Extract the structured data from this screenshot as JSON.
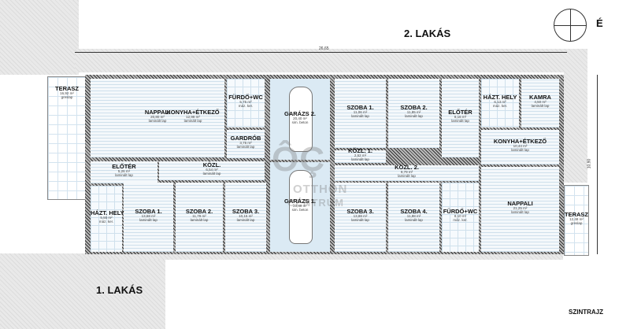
{
  "header": {
    "unit2_title": "2. LAKÁS",
    "unit1_title": "1. LAKÁS",
    "plan_title": "SZINTRAJZ",
    "north_mark": "É"
  },
  "dimensions": {
    "total_width": "26,65",
    "total_depth": "10,90"
  },
  "watermark": {
    "line1": "ÔÇ",
    "line2": "OTTHON",
    "line3": "CENTRUM"
  },
  "rooms": [
    {
      "name": "NAPPALI",
      "area": "20,80 m²",
      "floor": "laminált lap"
    },
    {
      "name": "KONYHA+ÉTKEZŐ",
      "area": "12,98 m²",
      "floor": "laminált lap"
    },
    {
      "name": "FÜRDŐ+WC",
      "area": "5,75 m²",
      "floor": "máz. ker."
    },
    {
      "name": "GARDRÓB",
      "area": "3,75 m²",
      "floor": "laminált lap"
    },
    {
      "name": "ELŐTÉR",
      "area": "5,26 m²",
      "floor": "laminált lap"
    },
    {
      "name": "KÖZL.",
      "area": "6,54 m²",
      "floor": "laminált lap"
    },
    {
      "name": "HÁZT. HELY",
      "area": "5,55 m²",
      "floor": "máz. ker."
    },
    {
      "name": "SZOBA 1.",
      "area": "13,68 m²",
      "floor": "laminált lap"
    },
    {
      "name": "SZOBA 2.",
      "area": "11,79 m²",
      "floor": "laminált lap"
    },
    {
      "name": "SZOBA 3.",
      "area": "10,15 m²",
      "floor": "laminált lap"
    },
    {
      "name": "GARÁZS 2.",
      "area": "20,40 m²",
      "floor": "sim. beton"
    },
    {
      "name": "GARÁZS 1.",
      "area": "20,40 m²",
      "floor": "sim. beton"
    },
    {
      "name": "SZOBA 1.",
      "area": "11,06 m²",
      "floor": "laminált lap"
    },
    {
      "name": "SZOBA 2.",
      "area": "11,85 m²",
      "floor": "laminált lap"
    },
    {
      "name": "ELŐTÉR",
      "area": "8,16 m²",
      "floor": "laminált lap"
    },
    {
      "name": "HÁZT. HELY",
      "area": "6,13 m²",
      "floor": "máz. ker."
    },
    {
      "name": "KAMRA",
      "area": "4,50 m²",
      "floor": "laminált lap"
    },
    {
      "name": "KONYHA+ÉTKEZŐ",
      "area": "10,44 m²",
      "floor": "laminált lap"
    },
    {
      "name": "KÖZL. 1.",
      "area": "2,52 m²",
      "floor": "laminált lap"
    },
    {
      "name": "KÖZL. 2.",
      "area": "9,79 m²",
      "floor": "laminált lap"
    },
    {
      "name": "SZOBA 3.",
      "area": "13,88 m²",
      "floor": "laminált lap"
    },
    {
      "name": "SZOBA 4.",
      "area": "11,88 m²",
      "floor": "laminált lap"
    },
    {
      "name": "FÜRDŐ+WC",
      "area": "8,10 m²",
      "floor": "máz. ker."
    },
    {
      "name": "NAPPALI",
      "area": "21,25 m²",
      "floor": "laminált lap"
    }
  ],
  "terraces": [
    {
      "name": "TERASZ",
      "area": "16,92 m²",
      "floor": "greslap"
    },
    {
      "name": "TERASZ",
      "area": "12,48 m²",
      "floor": "greslap"
    }
  ]
}
